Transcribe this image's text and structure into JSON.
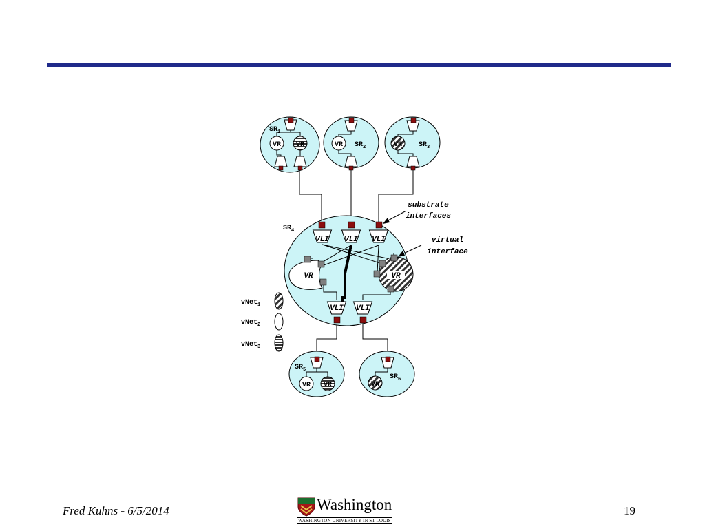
{
  "slide": {
    "footer_author": "Fred Kuhns - 6/5/2014",
    "page_number": "19",
    "logo_title": "Washington",
    "logo_subtitle": "WASHINGTON UNIVERSITY IN ST LOUIS"
  },
  "diagram": {
    "routers": {
      "sr1": {
        "label": "SR",
        "sub": "1"
      },
      "sr2": {
        "label": "SR",
        "sub": "2"
      },
      "sr3": {
        "label": "SR",
        "sub": "3"
      },
      "sr4": {
        "label": "SR",
        "sub": "4"
      },
      "sr5": {
        "label": "SR",
        "sub": "5"
      },
      "sr6": {
        "label": "SR",
        "sub": "6"
      }
    },
    "vr_label": "VR",
    "vli_label": "VLI",
    "annotations": {
      "substrate_line1": "substrate",
      "substrate_line2": "interfaces",
      "virtual_line1": "virtual",
      "virtual_line2": "interface"
    },
    "legend": [
      {
        "label": "vNet",
        "sub": "1",
        "pattern": "diagonal"
      },
      {
        "label": "vNet",
        "sub": "2",
        "pattern": "plain"
      },
      {
        "label": "vNet",
        "sub": "3",
        "pattern": "horizontal"
      }
    ],
    "colors": {
      "node_fill": "#ccf4f7",
      "port_red": "#8b0e0e",
      "port_gray": "#808080",
      "rule_blue": "#1f2a8a"
    }
  }
}
